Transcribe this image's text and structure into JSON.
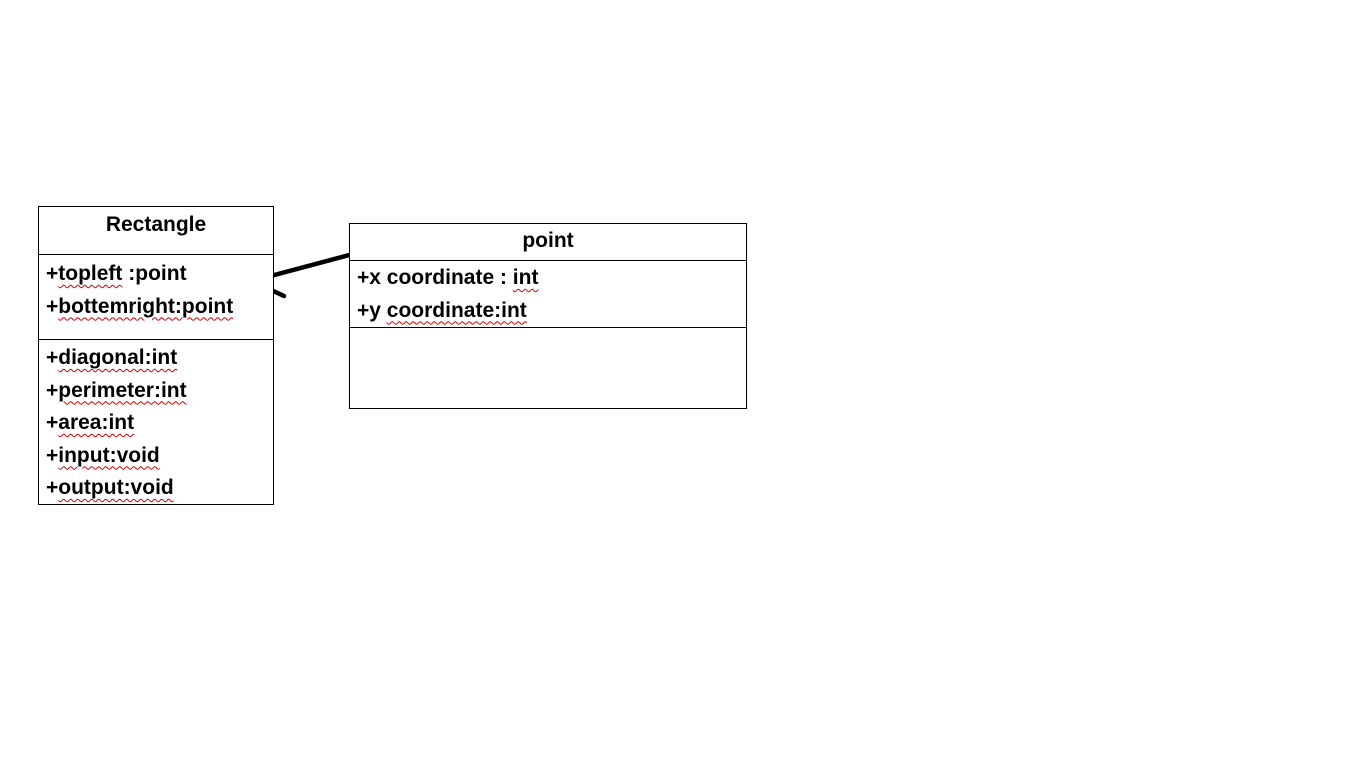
{
  "classes": {
    "rectangle": {
      "name": "Rectangle",
      "attributes": [
        {
          "prefix": "+",
          "text": "topleft",
          "rest": " :point"
        },
        {
          "prefix": "+",
          "text": "bottemright:point",
          "rest": ""
        }
      ],
      "operations": [
        {
          "prefix": "+",
          "text": "diagonal:int",
          "rest": ""
        },
        {
          "prefix": "+",
          "text": "perimeter:int",
          "rest": ""
        },
        {
          "prefix": "+",
          "text": "area:int",
          "rest": ""
        },
        {
          "prefix": "+",
          "text": "input:void",
          "rest": ""
        },
        {
          "prefix": "+",
          "text": "output:void",
          "rest": ""
        }
      ]
    },
    "point": {
      "name": "point",
      "attributes": [
        {
          "prefix": "+x coordinate : ",
          "text": "int",
          "rest": ""
        },
        {
          "prefix": "+y ",
          "text": "coordinate:int",
          "rest": ""
        }
      ],
      "operations": []
    }
  },
  "colors": {
    "line": "#000000",
    "spellcheck_underline": "#d40000",
    "background": "#ffffff"
  }
}
